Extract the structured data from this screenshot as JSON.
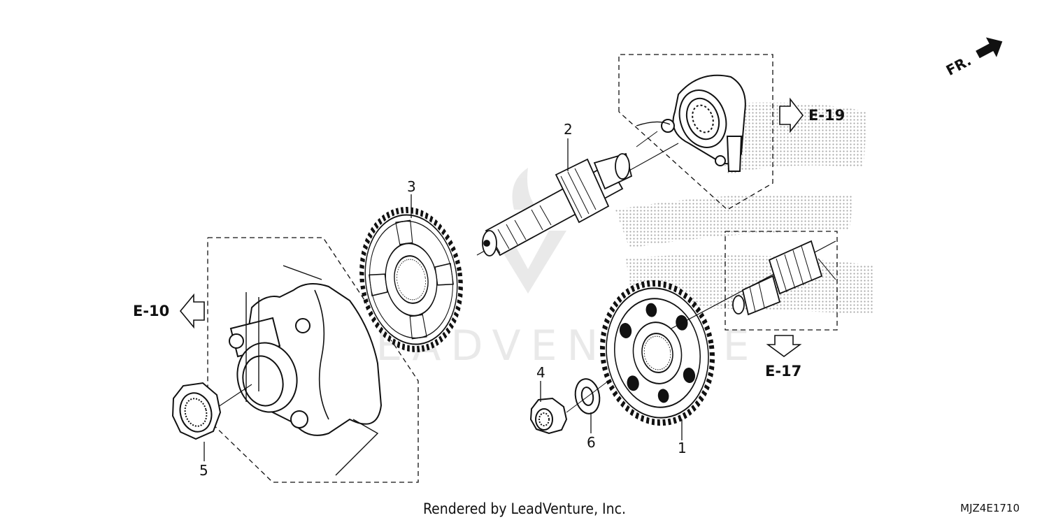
{
  "diagram": {
    "front_marker": "FR.",
    "refs": {
      "e19": "E-19",
      "e10": "E-10",
      "e17": "E-17"
    },
    "callouts": {
      "p1": "1",
      "p2": "2",
      "p3": "3",
      "p4": "4",
      "p5": "5",
      "p6": "6"
    },
    "watermark": "LEADVENTURE",
    "footer_text": "Rendered by LeadVenture, Inc.",
    "diagram_code": "MJZ4E1710"
  }
}
